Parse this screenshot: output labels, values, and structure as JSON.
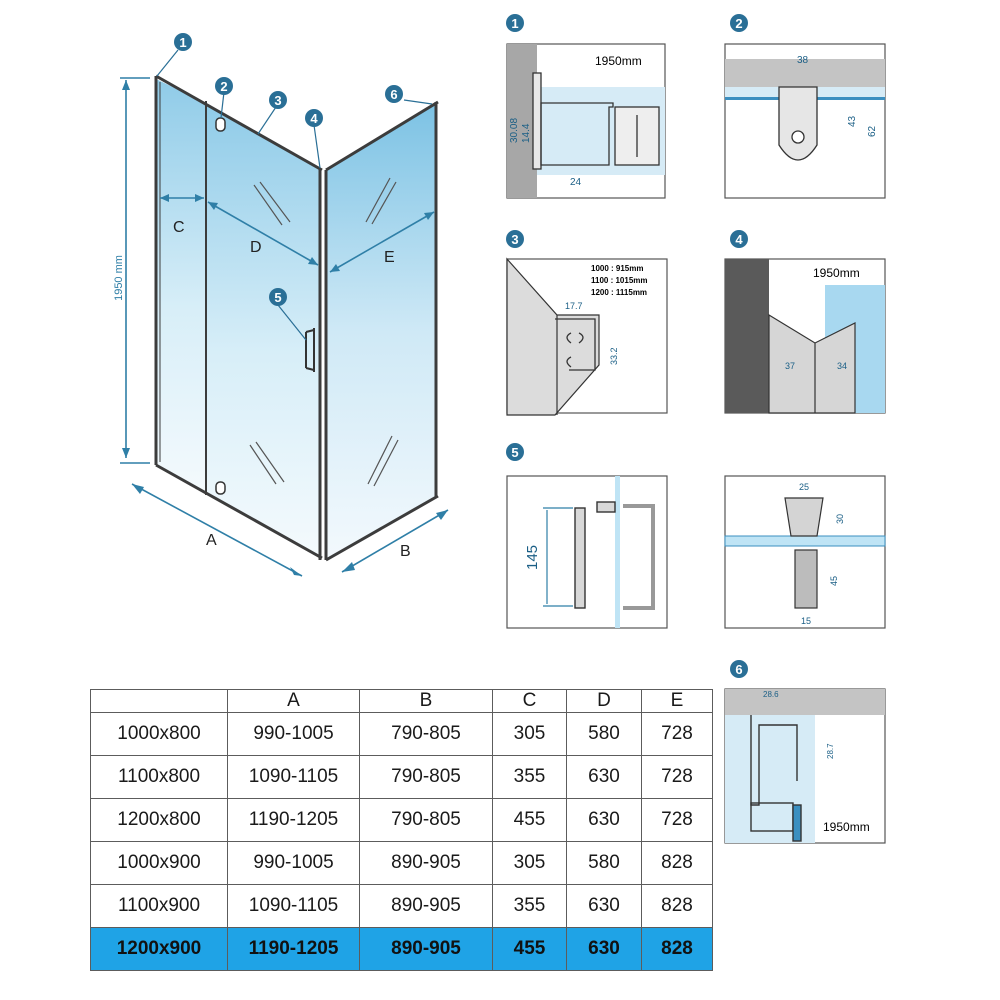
{
  "overview": {
    "height_label": "1950 mm",
    "badges": [
      "1",
      "2",
      "3",
      "4",
      "5",
      "6"
    ],
    "dimension_letters": {
      "A": "A",
      "B": "B",
      "C": "C",
      "D": "D",
      "E": "E"
    }
  },
  "details": {
    "d1": {
      "badge": "1",
      "height": "1950mm",
      "labels": [
        "30.08",
        "14.4",
        "24"
      ]
    },
    "d2": {
      "badge": "2",
      "labels": [
        "38",
        "43",
        "62"
      ]
    },
    "d3": {
      "badge": "3",
      "sizes": [
        "1000 : 915mm",
        "1100 : 1015mm",
        "1200 : 1115mm"
      ],
      "labels": [
        "17.7",
        "33.2"
      ]
    },
    "d4": {
      "badge": "4",
      "height": "1950mm",
      "labels": [
        "37",
        "34"
      ]
    },
    "d5": {
      "badge": "5",
      "labels": [
        "145"
      ]
    },
    "d5b": {
      "labels": [
        "25",
        "30",
        "45",
        "15"
      ]
    },
    "d6": {
      "badge": "6",
      "height": "1950mm",
      "labels": [
        "28.6",
        "28.7"
      ]
    }
  },
  "table": {
    "headers": [
      "",
      "A",
      "B",
      "C",
      "D",
      "E"
    ],
    "rows": [
      [
        "1000x800",
        "990-1005",
        "790-805",
        "305",
        "580",
        "728"
      ],
      [
        "1100x800",
        "1090-1105",
        "790-805",
        "355",
        "630",
        "728"
      ],
      [
        "1200x800",
        "1190-1205",
        "790-805",
        "455",
        "630",
        "728"
      ],
      [
        "1000x900",
        "990-1005",
        "890-905",
        "305",
        "580",
        "828"
      ],
      [
        "1100x900",
        "1090-1105",
        "890-905",
        "355",
        "630",
        "828"
      ],
      [
        "1200x900",
        "1190-1205",
        "890-905",
        "455",
        "630",
        "828"
      ]
    ],
    "highlight_color": "#1fa3e6"
  }
}
